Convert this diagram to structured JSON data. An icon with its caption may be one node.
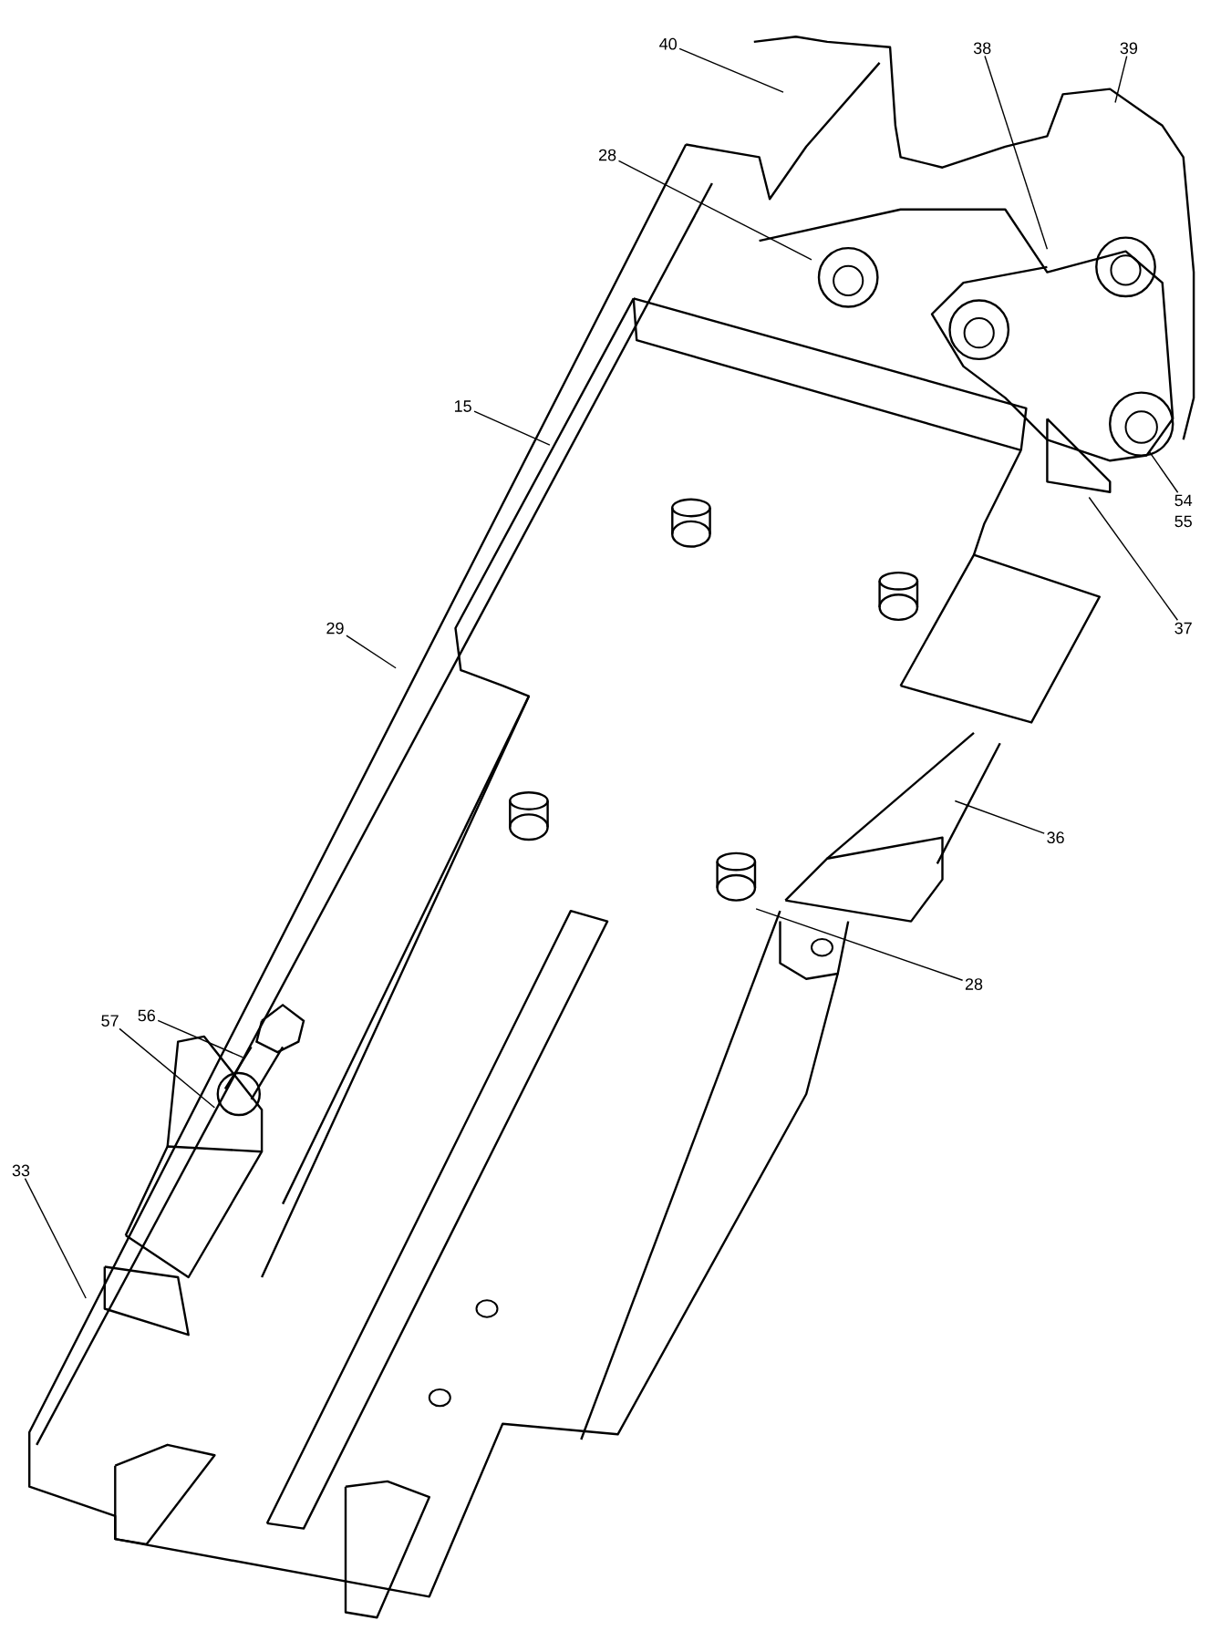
{
  "diagram": {
    "nodes": [
      {
        "text": [
          "40"
        ]
      },
      {
        "text": [
          "38"
        ]
      },
      {
        "text": [
          "39"
        ]
      },
      {
        "text": [
          "28"
        ]
      },
      {
        "text": [
          "15"
        ]
      },
      {
        "text": [
          "54"
        ]
      },
      {
        "text": [
          "37"
        ]
      },
      {
        "text": [
          "29"
        ]
      },
      {
        "text": [
          "36"
        ]
      },
      {
        "text": [
          "28"
        ]
      },
      {
        "text": [
          "56"
        ]
      },
      {
        "text": [
          "57"
        ]
      },
      {
        "text": [
          "33"
        ]
      }
    ],
    "edges": [
      {
        "from": 0,
        "to": null,
        "arrow": "none"
      },
      {
        "from": 1,
        "to": null,
        "arrow": "none"
      },
      {
        "from": 2,
        "to": null,
        "arrow": "none"
      },
      {
        "from": 3,
        "to": null,
        "arrow": "none"
      },
      {
        "from": 4,
        "to": null,
        "arrow": "none"
      },
      {
        "from": 5,
        "to": null,
        "arrow": "none"
      },
      {
        "from": 6,
        "to": null,
        "arrow": "none"
      },
      {
        "from": 7,
        "to": null,
        "arrow": "none"
      },
      {
        "from": 8,
        "to": null,
        "arrow": "none"
      },
      {
        "from": 9,
        "to": null,
        "arrow": "none"
      },
      {
        "from": 10,
        "to": null,
        "arrow": "none"
      },
      {
        "from": 11,
        "to": null,
        "arrow": "none"
      },
      {
        "from": 12,
        "to": null,
        "arrow": "none"
      }
    ],
    "labels": [
      "55"
    ]
  }
}
